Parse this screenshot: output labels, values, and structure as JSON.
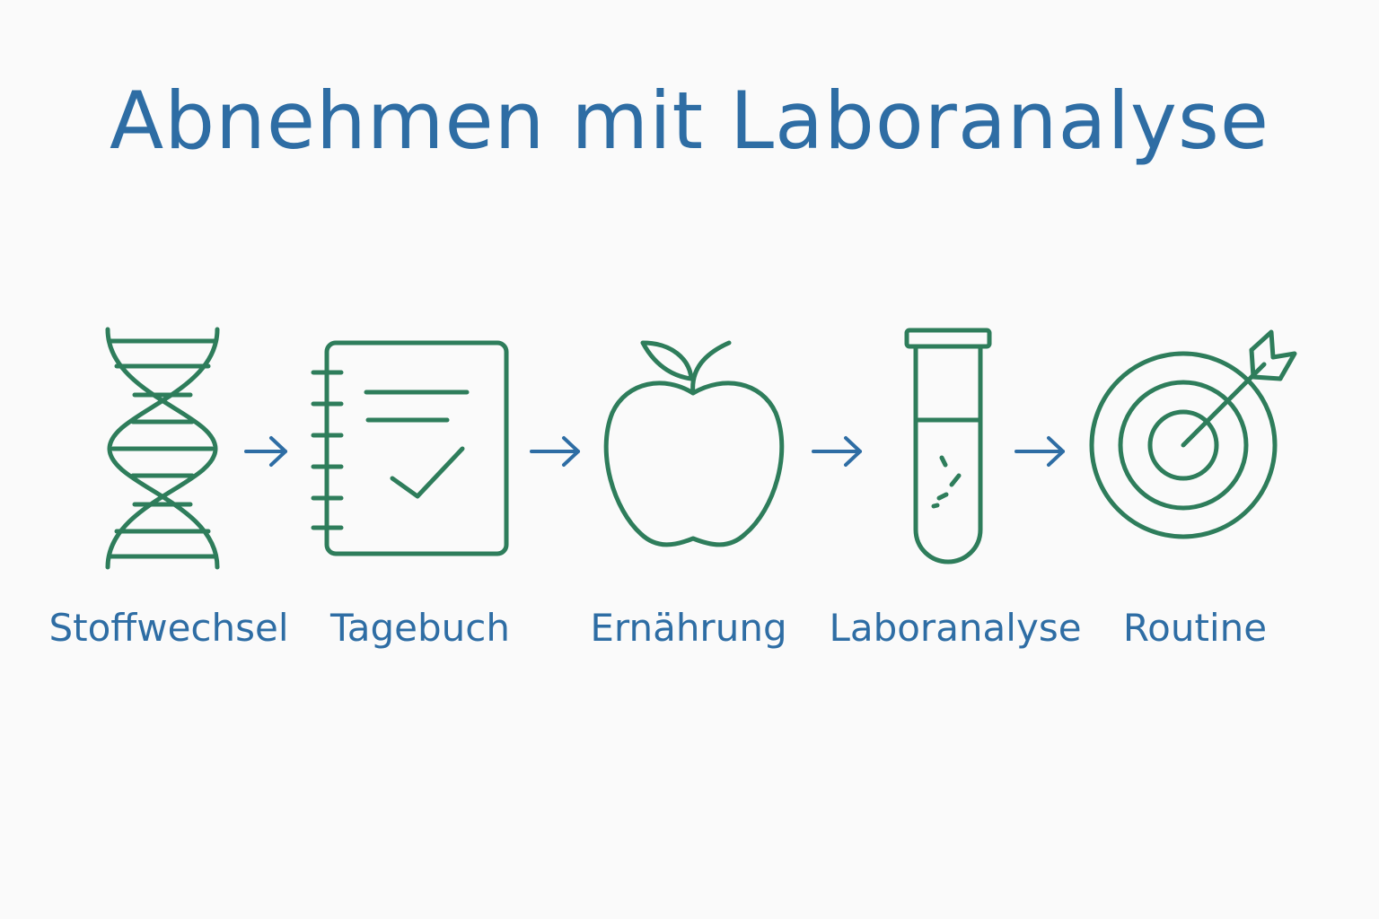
{
  "title": "Abnehmen mit Laboranalyse",
  "colors": {
    "title": "#2e6da4",
    "icon_stroke": "#2e7d5b",
    "arrow": "#2e6da4",
    "background": "#fafafa"
  },
  "steps": [
    {
      "label": "Stoffwechsel",
      "icon": "dna-icon"
    },
    {
      "label": "Tagebuch",
      "icon": "notebook-check-icon"
    },
    {
      "label": "Ernährung",
      "icon": "apple-icon"
    },
    {
      "label": "Laboranalyse",
      "icon": "test-tube-icon"
    },
    {
      "label": "Routine",
      "icon": "target-arrow-icon"
    }
  ]
}
